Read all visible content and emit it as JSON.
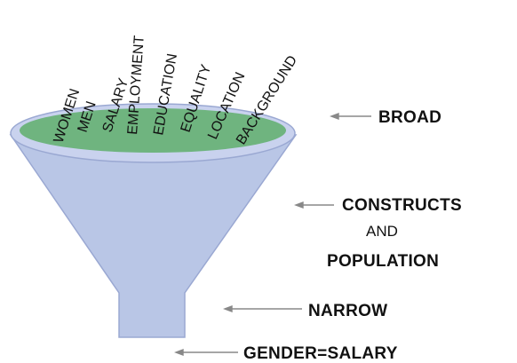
{
  "funnel": {
    "colors": {
      "body": "#b9c6e6",
      "rim": "#c9d2ee",
      "fill": "#6fb47f",
      "stroke": "#8e9cc8"
    },
    "labels": [
      "WOMEN",
      "MEN",
      "SALARY",
      "EMPLOYMENT",
      "EDUCATION",
      "EQUALITY",
      "LOCATION",
      "BACKGROUND"
    ]
  },
  "callouts": {
    "broad": "BROAD",
    "constructs": "CONSTRUCTS",
    "and": "AND",
    "population": "POPULATION",
    "narrow": "NARROW",
    "gender_salary": "GENDER=SALARY"
  },
  "arrow_color": "#888888"
}
